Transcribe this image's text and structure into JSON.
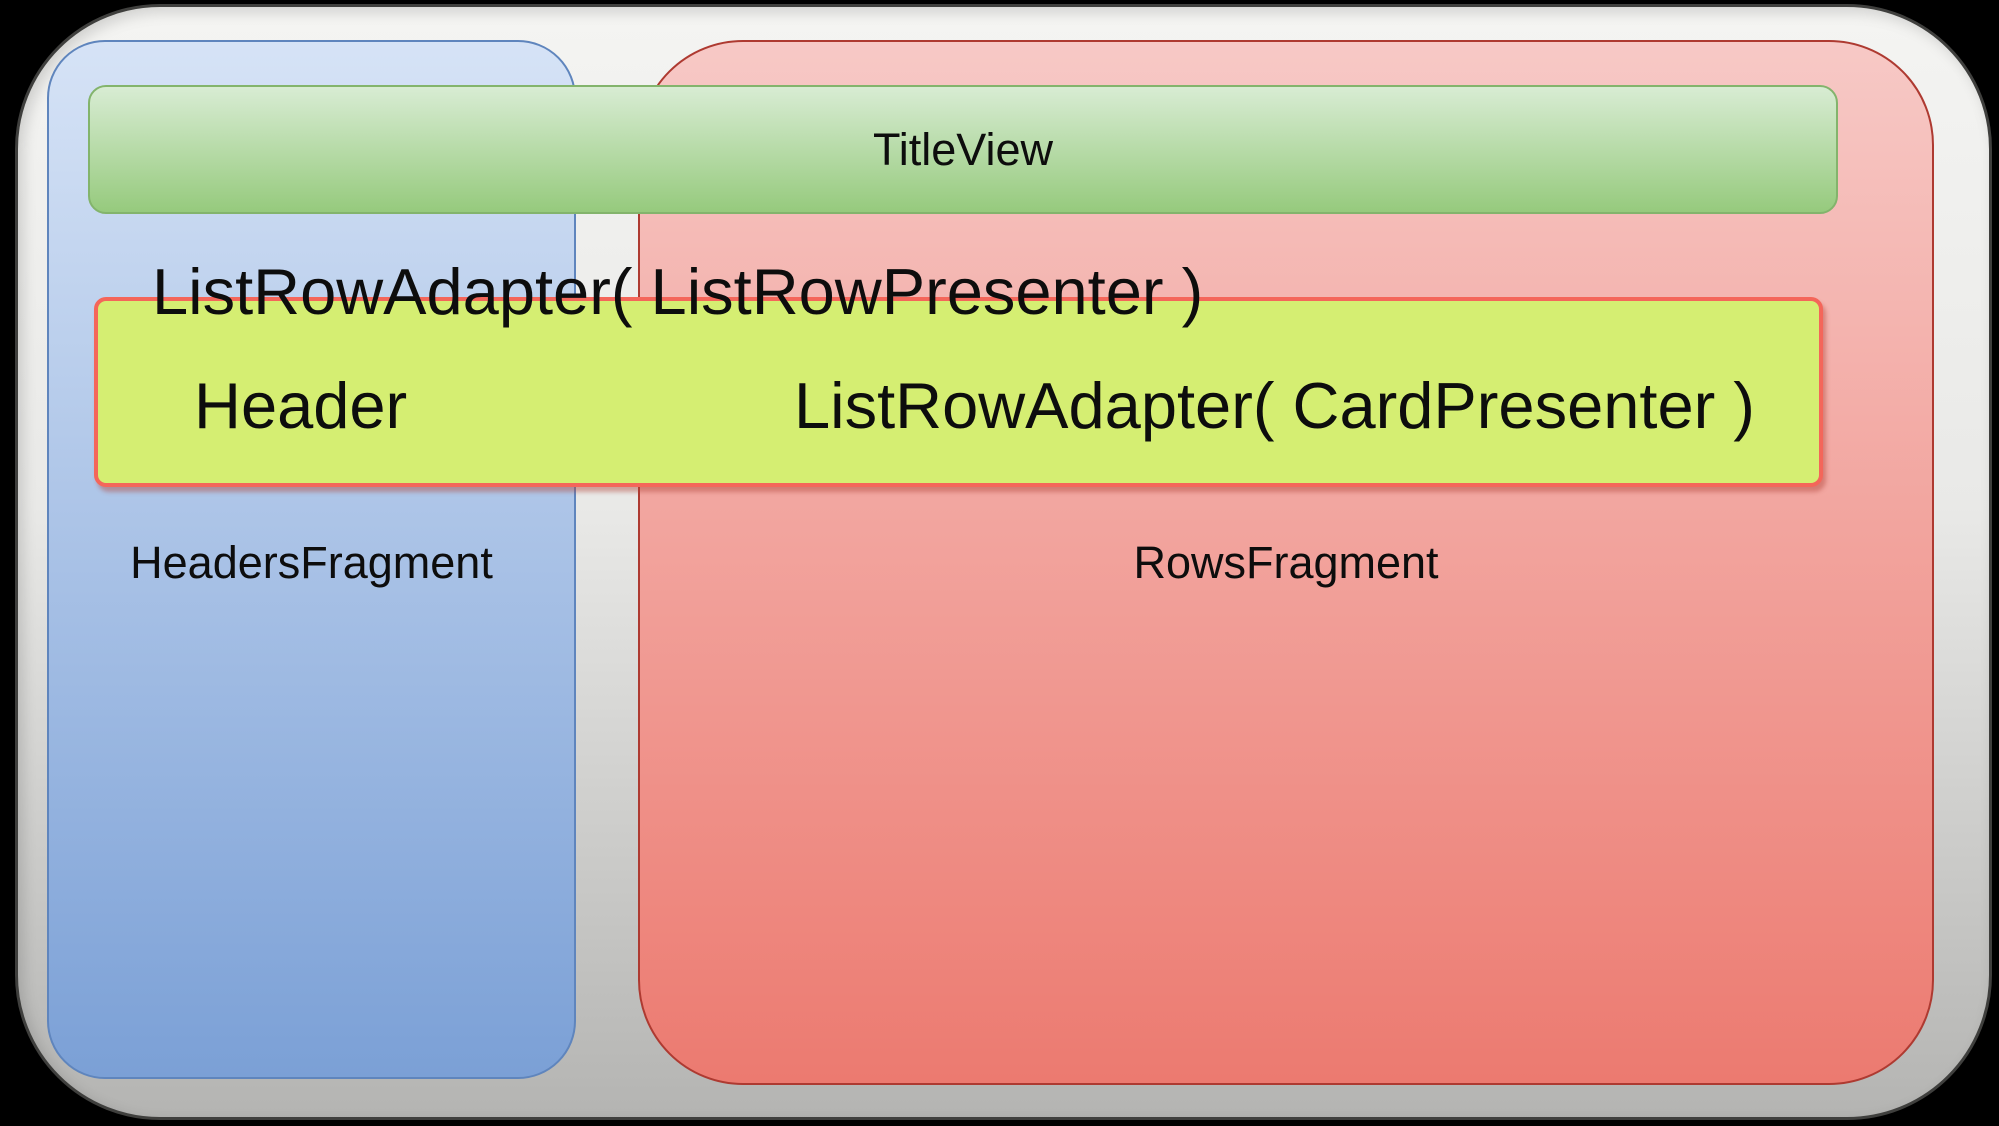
{
  "colors": {
    "canvas-bg": "#000000",
    "frame-fill-top": "#f4f4f2",
    "frame-fill-bottom": "#b4b4b2",
    "frame-border": "#3f3f3d",
    "headers-fill-top": "#d6e3f6",
    "headers-fill-bottom": "#7ba0d6",
    "headers-border": "#5f85bd",
    "rows-fill-top": "#f7c9c6",
    "rows-fill-bottom": "#ec7a70",
    "rows-border": "#ae3a31",
    "title-fill-top": "#d8ecd3",
    "title-fill-bottom": "#96ca7d",
    "title-border": "#83b46c",
    "adapter-box-fill": "#d5ee72",
    "adapter-box-border": "#f4665a",
    "text": "#0d0d0d"
  },
  "diagram": {
    "title_view": {
      "label": "TitleView"
    },
    "headers_fragment": {
      "label": "HeadersFragment"
    },
    "rows_fragment": {
      "label": "RowsFragment"
    },
    "list_row_adapter_top": {
      "label": "ListRowAdapter( ListRowPresenter )"
    },
    "adapter_box": {
      "header_label": "Header",
      "card_adapter_label": "ListRowAdapter( CardPresenter )"
    }
  }
}
